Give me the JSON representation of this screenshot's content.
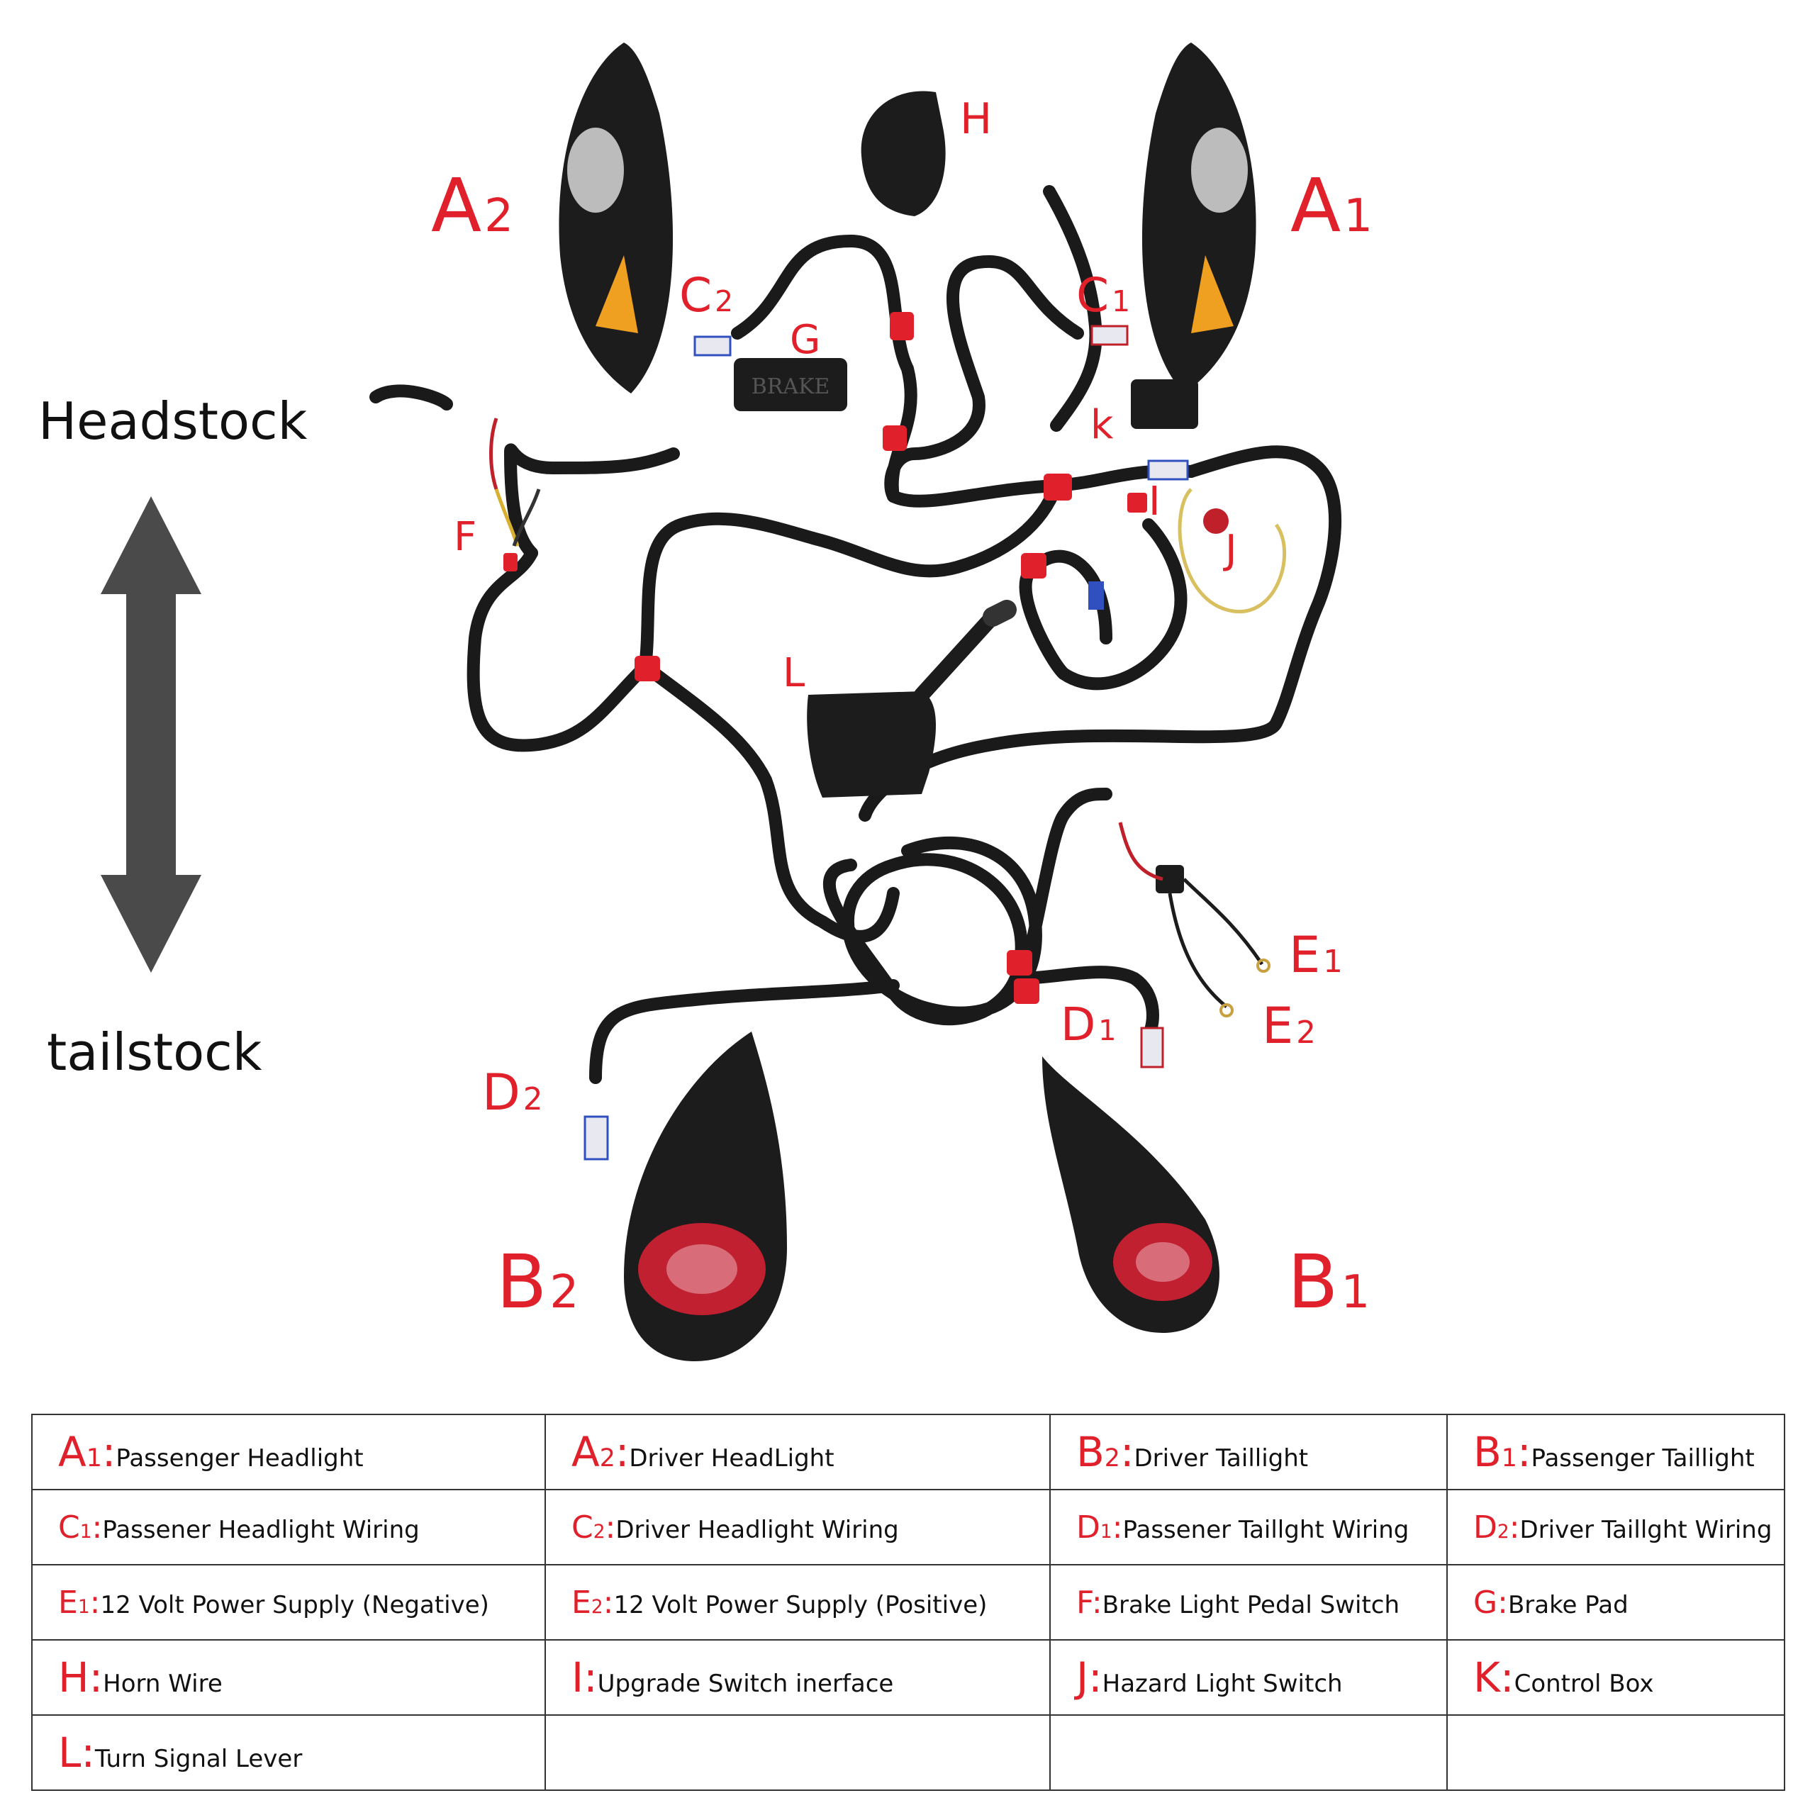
{
  "orientation": {
    "top_label": "Headstock",
    "bottom_label": "tailstock"
  },
  "callouts": [
    {
      "id": "A2",
      "letter": "A",
      "sub": "2"
    },
    {
      "id": "A1",
      "letter": "A",
      "sub": "1"
    },
    {
      "id": "H",
      "letter": "H",
      "sub": ""
    },
    {
      "id": "C2",
      "letter": "C",
      "sub": "2"
    },
    {
      "id": "C1",
      "letter": "C",
      "sub": "1"
    },
    {
      "id": "G",
      "letter": "G",
      "sub": ""
    },
    {
      "id": "k",
      "letter": "k",
      "sub": ""
    },
    {
      "id": "I",
      "letter": "I",
      "sub": ""
    },
    {
      "id": "J",
      "letter": "J",
      "sub": ""
    },
    {
      "id": "F",
      "letter": "F",
      "sub": ""
    },
    {
      "id": "L",
      "letter": "L",
      "sub": ""
    },
    {
      "id": "E1",
      "letter": "E",
      "sub": "1"
    },
    {
      "id": "E2",
      "letter": "E",
      "sub": "2"
    },
    {
      "id": "D1",
      "letter": "D",
      "sub": "1"
    },
    {
      "id": "D2",
      "letter": "D",
      "sub": "2"
    },
    {
      "id": "B2",
      "letter": "B",
      "sub": "2"
    },
    {
      "id": "B1",
      "letter": "B",
      "sub": "1"
    }
  ],
  "brake_pad_text": "BRAKE",
  "legend": [
    [
      {
        "letter": "A",
        "sub": "1",
        "sep": ":",
        "text": "Passenger Headlight"
      },
      {
        "letter": "A",
        "sub": "2",
        "sep": ":",
        "text": "Driver HeadLight"
      },
      {
        "letter": "B",
        "sub": "2",
        "sep": ":",
        "text": "Driver Taillight"
      },
      {
        "letter": "B",
        "sub": "1",
        "sep": ":",
        "text": "Passenger Taillight"
      }
    ],
    [
      {
        "letter": "C",
        "sub": "1",
        "sep": ":",
        "text": "Passener Headlight Wiring"
      },
      {
        "letter": "C",
        "sub": "2",
        "sep": ":",
        "text": "Driver Headlight Wiring"
      },
      {
        "letter": "D",
        "sub": "1",
        "sep": ":",
        "text": "Passener Taillght Wiring"
      },
      {
        "letter": "D",
        "sub": "2",
        "sep": ":",
        "text": "Driver Taillght Wiring"
      }
    ],
    [
      {
        "letter": "E",
        "sub": "1",
        "sep": ":",
        "text": "12 Volt Power Supply (Negative)"
      },
      {
        "letter": "E",
        "sub": "2",
        "sep": ":",
        "text": "12 Volt Power Supply (Positive)"
      },
      {
        "letter": "F",
        "sub": "",
        "sep": ":",
        "text": "Brake Light Pedal Switch"
      },
      {
        "letter": "G",
        "sub": "",
        "sep": ":",
        "text": "Brake Pad"
      }
    ],
    [
      {
        "letter": "H",
        "sub": "",
        "sep": ":",
        "text": "Horn Wire"
      },
      {
        "letter": "I",
        "sub": "",
        "sep": ":",
        "text": "Upgrade Switch inerface"
      },
      {
        "letter": "J",
        "sub": "",
        "sep": ":",
        "text": "Hazard Light Switch"
      },
      {
        "letter": "K",
        "sub": "",
        "sep": ":",
        "text": "Control Box"
      }
    ],
    [
      {
        "letter": "L",
        "sub": "",
        "sep": ":",
        "text": "Turn Signal Lever"
      },
      {
        "letter": "",
        "sub": "",
        "sep": "",
        "text": ""
      },
      {
        "letter": "",
        "sub": "",
        "sep": "",
        "text": ""
      },
      {
        "letter": "",
        "sub": "",
        "sep": "",
        "text": ""
      }
    ]
  ],
  "colors": {
    "callout_red": "#e0202a",
    "harness_black": "#1a1a1a",
    "sleeve_red": "#e0202a",
    "amber_lens": "#f0a020",
    "arrow_gray": "#4a4a4a"
  }
}
